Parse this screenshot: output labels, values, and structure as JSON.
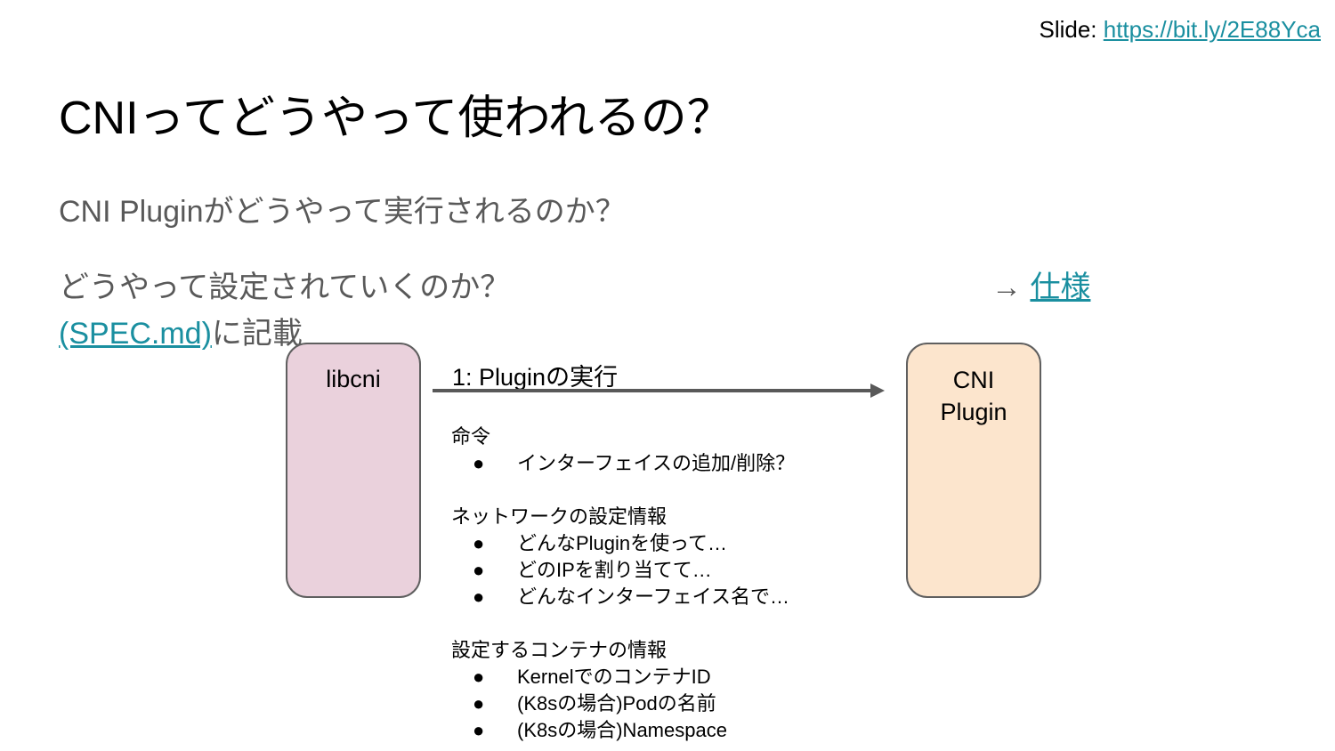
{
  "header": {
    "slide_prefix": "Slide: ",
    "slide_link": "https://bit.ly/2E88Yca"
  },
  "title": "CNIってどうやって使われるの？",
  "subtitles": {
    "line1": "CNI Pluginがどうやって実行されるのか？",
    "line2": "どうやって設定されていくのか？",
    "arrow": "→ ",
    "spec_link_main": "仕様",
    "spec_link_file": "(SPEC.md)",
    "spec_suffix": "に記載"
  },
  "diagram": {
    "left_box": "libcni",
    "right_box_line1": "CNI",
    "right_box_line2": "Plugin",
    "arrow_label": "1: Pluginの実行",
    "bullet": "●",
    "sections": [
      {
        "heading": "命令",
        "items": [
          "インターフェイスの追加/削除？"
        ]
      },
      {
        "heading": "ネットワークの設定情報",
        "items": [
          "どんなPluginを使って…",
          "どのIPを割り当てて…",
          "どんなインターフェイス名で…"
        ]
      },
      {
        "heading": "設定するコンテナの情報",
        "items": [
          "KernelでのコンテナID",
          "(K8sの場合)Podの名前",
          "(K8sの場合)Namespace"
        ]
      }
    ]
  },
  "colors": {
    "link": "#1a8fa0",
    "left_box_fill": "#ead1dc",
    "right_box_fill": "#fce5cd",
    "arrow": "#595959",
    "subtitle_text": "#595959"
  }
}
